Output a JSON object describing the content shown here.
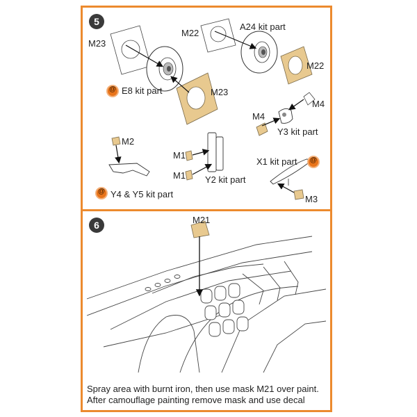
{
  "steps": [
    {
      "number": "5",
      "labels": {
        "m23_left": "M23",
        "m22_top": "M22",
        "a24": "A24 kit part",
        "m22_right": "M22",
        "e8": "E8 kit part",
        "m23_bottom": "M23",
        "m4_right": "M4",
        "m4_left": "M4",
        "y3": "Y3 kit part",
        "m2": "M2",
        "m1_top": "M1",
        "m1_bottom": "M1",
        "y2": "Y2 kit part",
        "x1": "X1 kit part",
        "y4y5": "Y4 & Y5 kit part",
        "m3": "M3"
      }
    },
    {
      "number": "6",
      "labels": {
        "m21": "M21"
      },
      "caption_line1": "Spray area with burnt iron, then use mask M21 over paint.",
      "caption_line2": "After camouflage painting remove mask and use decal"
    }
  ],
  "colors": {
    "border": "#ec8a2e",
    "mask": "#e8c98f",
    "badge": "#e8741a",
    "step_badge": "#3a3a3a"
  },
  "icons": {
    "kit_part_marker": "orange-circle-at-icon"
  }
}
